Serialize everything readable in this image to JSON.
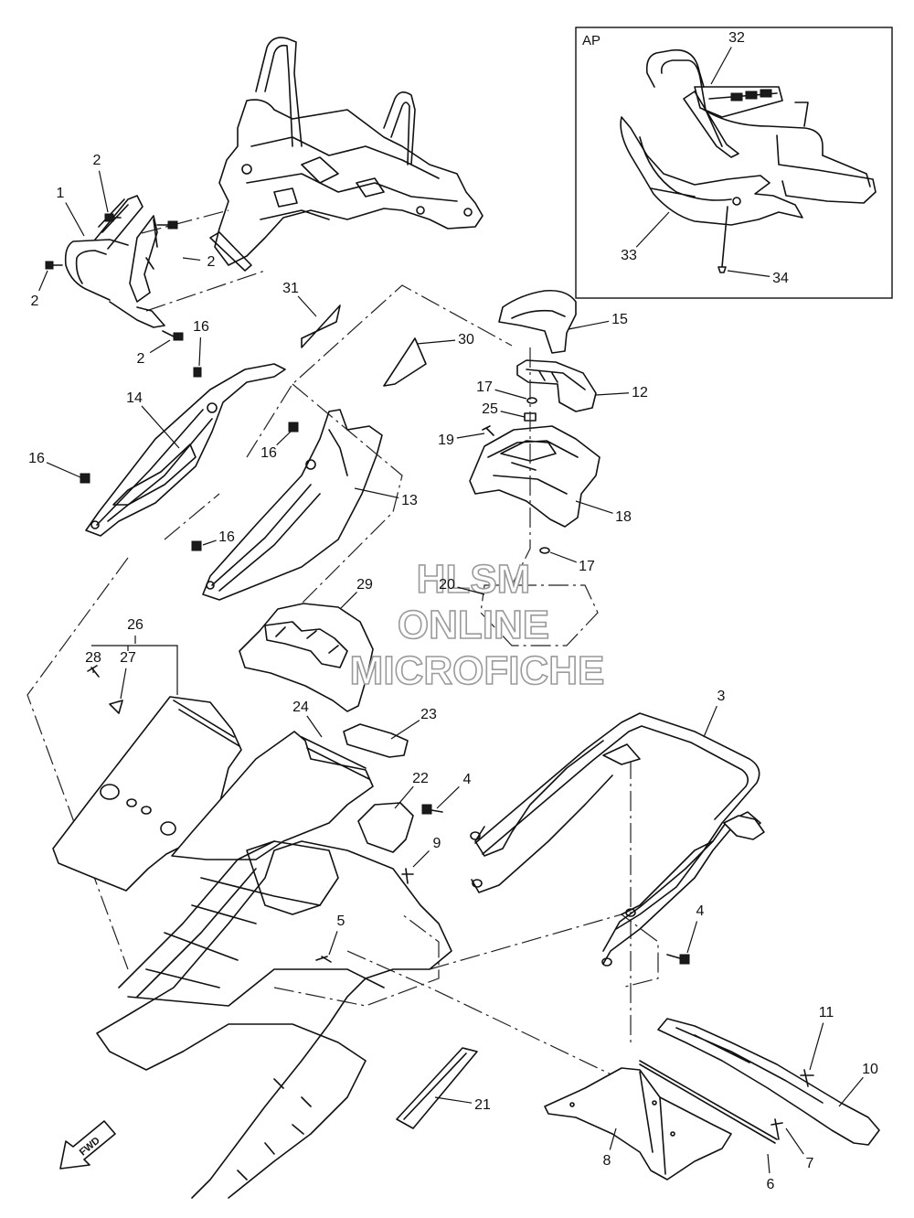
{
  "inset": {
    "title": "AP"
  },
  "watermark": {
    "line1": "HLSM",
    "line2": "ONLINE",
    "line3": "MICROFICHE"
  },
  "direction_badge": {
    "label": "FWD"
  },
  "callouts": [
    {
      "label": "1"
    },
    {
      "label": "2"
    },
    {
      "label": "2"
    },
    {
      "label": "2"
    },
    {
      "label": "2"
    },
    {
      "label": "3"
    },
    {
      "label": "4"
    },
    {
      "label": "4"
    },
    {
      "label": "5"
    },
    {
      "label": "6"
    },
    {
      "label": "7"
    },
    {
      "label": "8"
    },
    {
      "label": "9"
    },
    {
      "label": "10"
    },
    {
      "label": "11"
    },
    {
      "label": "12"
    },
    {
      "label": "13"
    },
    {
      "label": "14"
    },
    {
      "label": "15"
    },
    {
      "label": "16"
    },
    {
      "label": "16"
    },
    {
      "label": "16"
    },
    {
      "label": "16"
    },
    {
      "label": "17"
    },
    {
      "label": "17"
    },
    {
      "label": "18"
    },
    {
      "label": "19"
    },
    {
      "label": "20"
    },
    {
      "label": "21"
    },
    {
      "label": "22"
    },
    {
      "label": "23"
    },
    {
      "label": "24"
    },
    {
      "label": "25"
    },
    {
      "label": "26"
    },
    {
      "label": "27"
    },
    {
      "label": "28"
    },
    {
      "label": "29"
    },
    {
      "label": "30"
    },
    {
      "label": "31"
    },
    {
      "label": "32"
    },
    {
      "label": "33"
    },
    {
      "label": "34"
    }
  ]
}
